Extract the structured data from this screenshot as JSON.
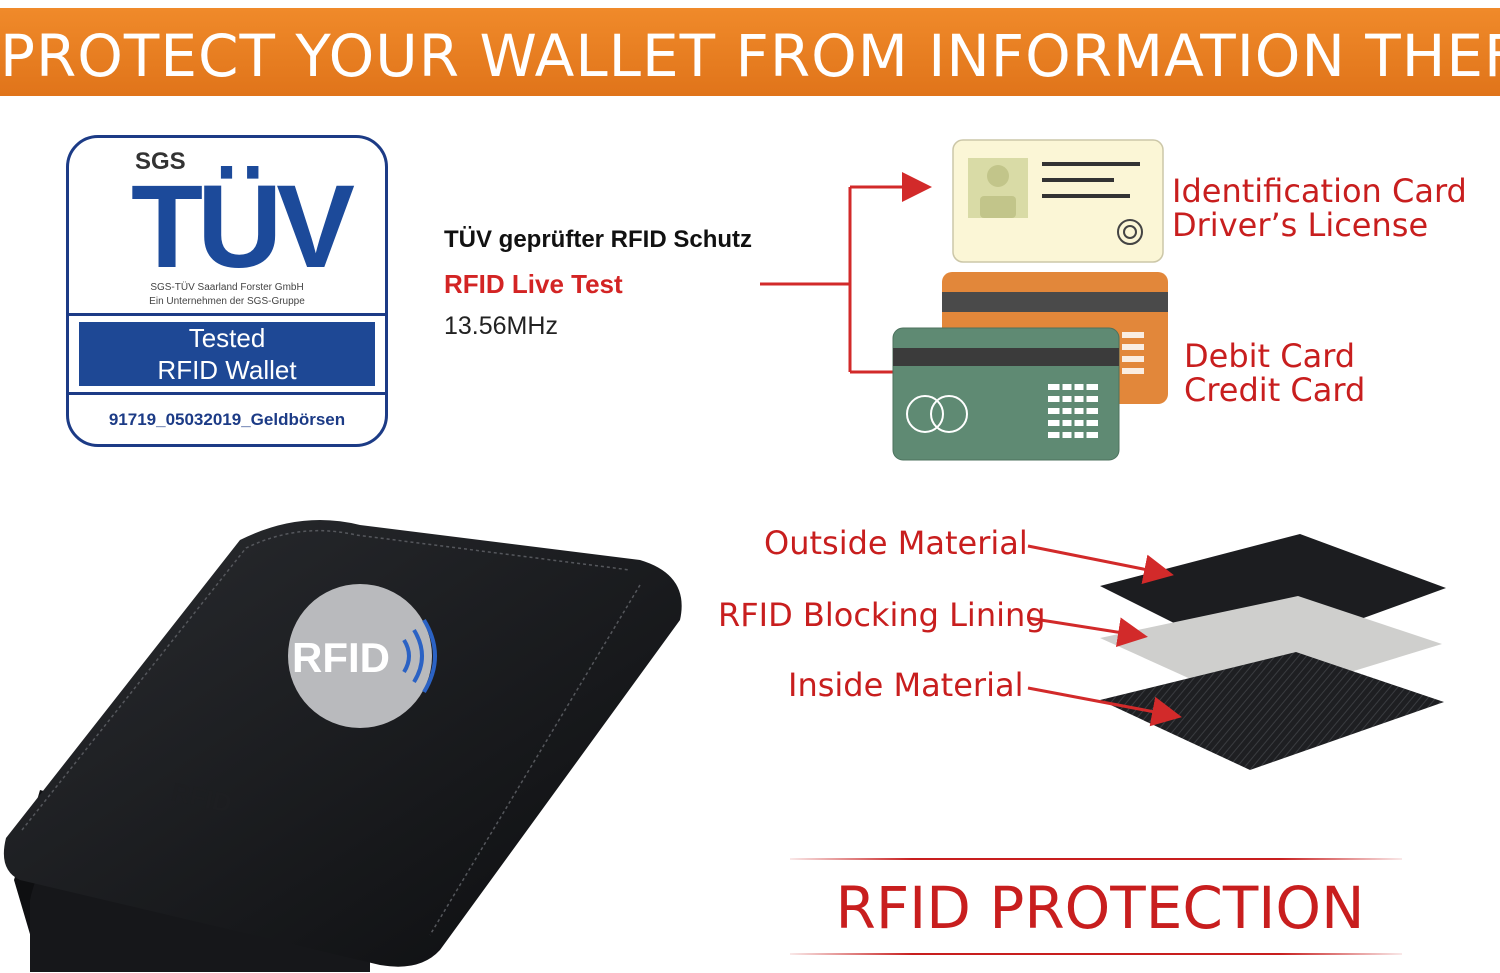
{
  "banner": {
    "title": "PROTECT YOUR WALLET FROM INFORMATION THEFT",
    "color": "#ea7c22"
  },
  "badge": {
    "sgs": "SGS",
    "tuv": "TÜV",
    "subline1": "SGS-TÜV Saarland Forster GmbH",
    "subline2": "Ein Unternehmen der SGS-Gruppe",
    "tested_line1": "Tested",
    "tested_line2": "RFID Wallet",
    "code": "91719_05032019_Geldbörsen",
    "color": "#1e4895"
  },
  "test_info": {
    "line1": "TÜV geprüfter RFID Schutz",
    "line2": "RFID Live Test",
    "line3": "13.56MHz"
  },
  "cards": {
    "id_line1": "Identification Card",
    "id_line2": "Driver’s License",
    "bank_line1": "Debit Card",
    "bank_line2": "Credit Card"
  },
  "wallet": {
    "logo_text": "RFID"
  },
  "layers": {
    "outside": "Outside Material",
    "lining": "RFID Blocking Lining",
    "inside": "Inside Material"
  },
  "footer": {
    "title": "RFID PROTECTION"
  },
  "colors": {
    "accent_red": "#c81e1e",
    "arrow_red": "#d22a2a"
  }
}
